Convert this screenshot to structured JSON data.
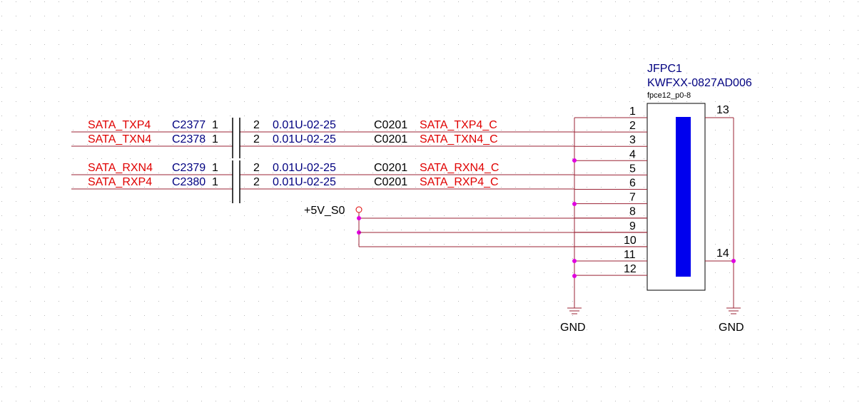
{
  "colors": {
    "wire": "#9b2335",
    "net_label": "#e00000",
    "ref_label": "#000080",
    "junction": "#e000e0",
    "body_fill": "#0000ee"
  },
  "connector": {
    "refdes": "JFPC1",
    "part_number": "KWFXX-0827AD006",
    "footprint": "fpce12_p0-8",
    "pins": [
      "1",
      "2",
      "3",
      "4",
      "5",
      "6",
      "7",
      "8",
      "9",
      "10",
      "11",
      "12"
    ],
    "mount_pins": [
      "13",
      "14"
    ]
  },
  "capacitors": [
    {
      "net": "SATA_TXP4",
      "ref": "C2377",
      "pin1": "1",
      "pin2": "2",
      "value": "0.01U-02-25",
      "package": "C0201",
      "net_out": "SATA_TXP4_C"
    },
    {
      "net": "SATA_TXN4",
      "ref": "C2378",
      "pin1": "1",
      "pin2": "2",
      "value": "0.01U-02-25",
      "package": "C0201",
      "net_out": "SATA_TXN4_C"
    },
    {
      "net": "SATA_RXN4",
      "ref": "C2379",
      "pin1": "1",
      "pin2": "2",
      "value": "0.01U-02-25",
      "package": "C0201",
      "net_out": "SATA_RXN4_C"
    },
    {
      "net": "SATA_RXP4",
      "ref": "C2380",
      "pin1": "1",
      "pin2": "2",
      "value": "0.01U-02-25",
      "package": "C0201",
      "net_out": "SATA_RXP4_C"
    }
  ],
  "power": {
    "label": "+5V_S0"
  },
  "ground": {
    "left": "GND",
    "right": "GND"
  }
}
